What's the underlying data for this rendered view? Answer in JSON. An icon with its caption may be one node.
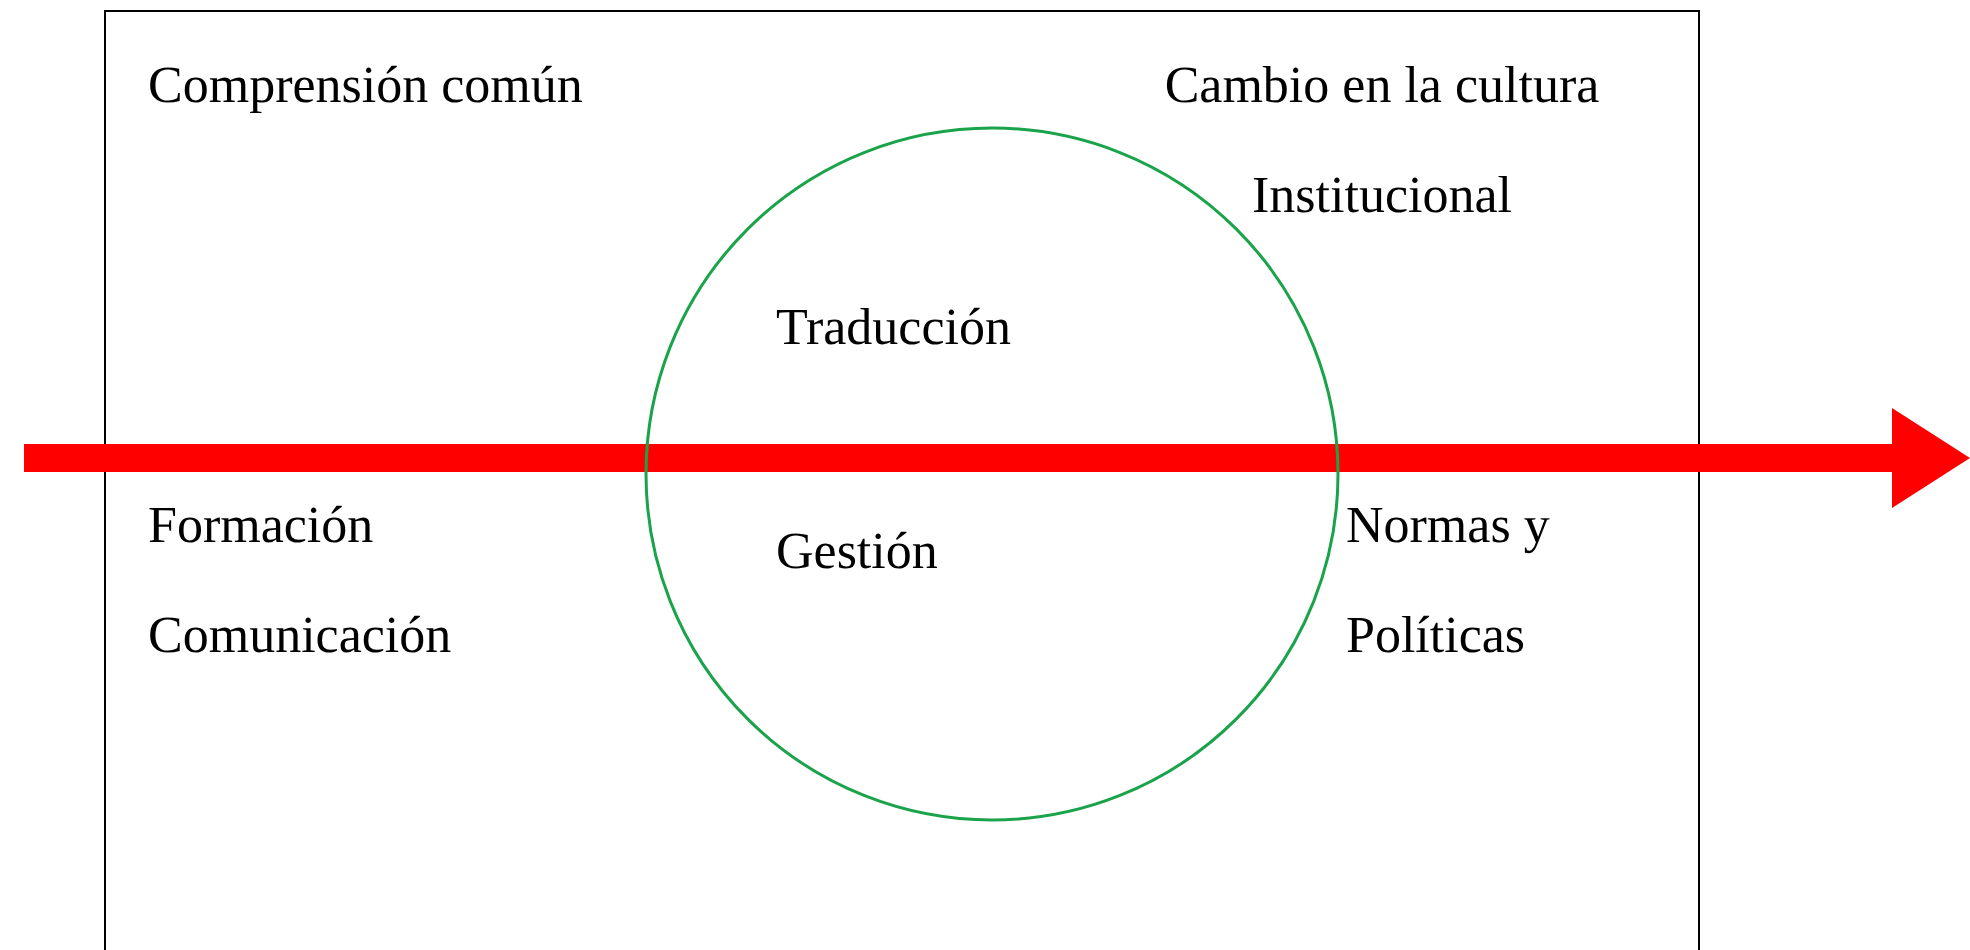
{
  "diagram": {
    "nodes": [
      {
        "text": [
          "Comprensión común",
          "Cambio en la cultura Institucional",
          "Formación",
          "Comunicación",
          "Normas y Políticas"
        ]
      },
      {
        "text": [
          "Traducción",
          "Gestión"
        ],
        "in": 0
      }
    ]
  }
}
